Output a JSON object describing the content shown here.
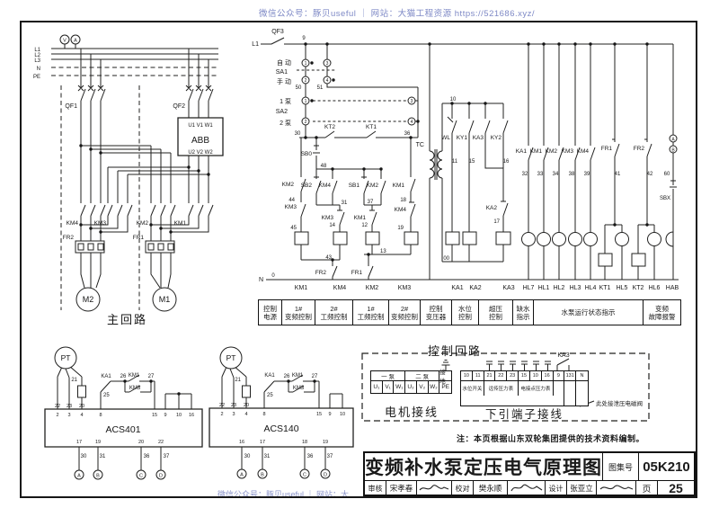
{
  "watermark": {
    "top": "微信公众号：豚贝useful ｜ 网站：大猫工程资源 https://521686.xyz/",
    "bottom": "微信公众号：豚贝useful ｜ 网站：大"
  },
  "main_circuit": {
    "label": "主回路"
  },
  "control_box": {
    "title": "控制回路",
    "motor_table": {
      "headers": [
        "一 泵",
        "二 泵",
        "接地"
      ],
      "terminals": [
        "U₁",
        "V₁",
        "W₁",
        "U₂",
        "V₂",
        "W₂",
        "PE"
      ],
      "label": "电机接线"
    },
    "terminal_table": {
      "terminals": [
        "10",
        "11",
        "21",
        "22",
        "23",
        "15",
        "10",
        "16",
        "9",
        "131",
        "N"
      ],
      "groups": [
        "水位开关",
        "远传压力表",
        "电接点压力表"
      ],
      "label": "下引端子接线",
      "callout": "此处接泄压电磁阀"
    }
  },
  "function_table": {
    "cells": [
      {
        "l1": "控制",
        "l2": "电源"
      },
      {
        "l1": "1#",
        "l2": "变频控制"
      },
      {
        "l1": "2#",
        "l2": "工频控制"
      },
      {
        "l1": "1#",
        "l2": "工频控制"
      },
      {
        "l1": "2#",
        "l2": "变频控制"
      },
      {
        "l1": "控制",
        "l2": "变压器"
      },
      {
        "l1": "水位",
        "l2": "控制"
      },
      {
        "l1": "超压",
        "l2": "控制"
      },
      {
        "l1": "缺水",
        "l2": "指示"
      },
      {
        "l1": "水泵运行状态指示",
        "l2": ""
      },
      {
        "l1": "变频",
        "l2": "故障报警"
      }
    ]
  },
  "note": "注：本页根据山东双轮集团提供的技术资料编制。",
  "title_block": {
    "title": "变频补水泵定压电气原理图",
    "atlas_label": "图集号",
    "atlas_no": "05K210",
    "page_label": "页",
    "page_no": "25",
    "reviewer_label": "审核",
    "reviewer_name": "宋孝春",
    "checker_label": "校对",
    "checker_name": "樊永顺",
    "designer_label": "设计",
    "designer_name": "张亚立"
  },
  "schematic": {
    "labels": [
      [
        45,
        57,
        "L1",
        6,
        "e"
      ],
      [
        45,
        63,
        "L2",
        6,
        "e"
      ],
      [
        45,
        69,
        "L3",
        6,
        "e"
      ],
      [
        45,
        78,
        "N",
        6,
        "e"
      ],
      [
        45,
        87,
        "PE",
        6,
        "e"
      ],
      [
        72,
        46.5,
        "V",
        5.5
      ],
      [
        84,
        46.5,
        "A",
        5.5
      ],
      [
        86,
        120,
        "QF1",
        7,
        "e"
      ],
      [
        206,
        120,
        "QF2",
        7,
        "e"
      ],
      [
        223,
        141,
        "U1 V1 W1",
        6
      ],
      [
        223,
        159,
        "ABB",
        10
      ],
      [
        223,
        171,
        "U2 V2 W2",
        6
      ],
      [
        87,
        250,
        "KM4",
        6.5,
        "e"
      ],
      [
        118,
        250,
        "KM3",
        6.5,
        "e"
      ],
      [
        165,
        250,
        "KM2",
        6.5,
        "e"
      ],
      [
        207,
        250,
        "KM1",
        6.5,
        "e"
      ],
      [
        82,
        266,
        "FR2",
        6.5,
        "e"
      ],
      [
        160,
        266,
        "FR1",
        6.5,
        "e"
      ],
      [
        98,
        336,
        "M2",
        9
      ],
      [
        183,
        336,
        "M1",
        9
      ],
      [
        288,
        51,
        "L1",
        7,
        "e"
      ],
      [
        309,
        37,
        "QF3",
        7
      ],
      [
        338,
        44,
        "9",
        6
      ],
      [
        324,
        72,
        "自 动",
        7,
        "e"
      ],
      [
        320,
        82,
        "SA1",
        7,
        "e"
      ],
      [
        324,
        93,
        "手 动",
        7,
        "e"
      ],
      [
        340,
        72,
        "1",
        5
      ],
      [
        364,
        72,
        "3",
        5
      ],
      [
        340,
        91,
        "2",
        5
      ],
      [
        364,
        91,
        "4",
        5
      ],
      [
        332,
        99,
        "50",
        6
      ],
      [
        356,
        99,
        "51",
        6
      ],
      [
        324,
        115,
        "1 泵",
        7,
        "e"
      ],
      [
        320,
        126,
        "SA2",
        7,
        "e"
      ],
      [
        324,
        139,
        "2 泵",
        7,
        "e"
      ],
      [
        340,
        114,
        "1",
        5
      ],
      [
        340,
        137,
        "2",
        5
      ],
      [
        458,
        114,
        "3",
        5
      ],
      [
        458,
        137,
        "4",
        5
      ],
      [
        331,
        150,
        "30",
        6
      ],
      [
        453,
        150,
        "36",
        6
      ],
      [
        367,
        143,
        "KT2",
        6.5
      ],
      [
        413,
        143,
        "KT1",
        6.5
      ],
      [
        327,
        207,
        "KM2",
        6.5,
        "e"
      ],
      [
        328,
        224,
        "44",
        6,
        "e"
      ],
      [
        330,
        232,
        "KM3",
        6.5,
        "e"
      ],
      [
        330,
        255,
        "45",
        6,
        "e"
      ],
      [
        347,
        173,
        "SB0",
        6.5,
        "e"
      ],
      [
        360,
        186,
        "48",
        6
      ],
      [
        347,
        208,
        "SB2",
        6.5,
        "e"
      ],
      [
        368,
        208,
        "KM4",
        6.5,
        "e"
      ],
      [
        383,
        227,
        "31",
        6
      ],
      [
        371,
        244,
        "KM3",
        6.5,
        "e"
      ],
      [
        373,
        252,
        "14",
        6,
        "e"
      ],
      [
        400,
        208,
        "SB1",
        6.5,
        "e"
      ],
      [
        421,
        208,
        "KM2",
        6.5,
        "e"
      ],
      [
        412,
        226,
        "37",
        6
      ],
      [
        407,
        244,
        "KM1",
        6.5,
        "e"
      ],
      [
        409,
        252,
        "12",
        6,
        "e"
      ],
      [
        450,
        208,
        "KM1",
        6.5,
        "e"
      ],
      [
        452,
        224,
        "18",
        6,
        "e"
      ],
      [
        452,
        235,
        "KM4",
        6.5,
        "e"
      ],
      [
        449,
        255,
        "19",
        6,
        "e"
      ],
      [
        369,
        288,
        "43",
        6,
        "e"
      ],
      [
        423,
        281,
        "13",
        6,
        "s"
      ],
      [
        363,
        305,
        "FR2",
        6.5,
        "e"
      ],
      [
        403,
        305,
        "FR1",
        6.5,
        "e"
      ],
      [
        293,
        313,
        "N",
        7,
        "e"
      ],
      [
        304,
        308,
        "0",
        6
      ],
      [
        335,
        322,
        "KM1",
        7
      ],
      [
        378,
        322,
        "KM4",
        7
      ],
      [
        414,
        322,
        "KM2",
        7
      ],
      [
        450,
        322,
        "KM3",
        7
      ],
      [
        472,
        163,
        "TC",
        7,
        "e"
      ],
      [
        504,
        112,
        "10",
        6
      ],
      [
        500,
        289,
        "00",
        6,
        "e"
      ],
      [
        501,
        155,
        "WL",
        6.5,
        "e"
      ],
      [
        520,
        155,
        "KY1",
        6.5,
        "e"
      ],
      [
        538,
        155,
        "KA3",
        6.5,
        "e"
      ],
      [
        558,
        155,
        "KY2",
        6.5,
        "e"
      ],
      [
        506,
        181,
        "11",
        6
      ],
      [
        525,
        181,
        "15",
        6
      ],
      [
        563,
        181,
        "16",
        6
      ],
      [
        553,
        233,
        "KA2",
        6.5,
        "e"
      ],
      [
        556,
        248,
        "17",
        6,
        "e"
      ],
      [
        586,
        170,
        "KA1",
        6.5,
        "e"
      ],
      [
        603,
        170,
        "KM1",
        6.5,
        "e"
      ],
      [
        620,
        170,
        "KM2",
        6.5,
        "e"
      ],
      [
        638,
        170,
        "KM3",
        6.5,
        "e"
      ],
      [
        655,
        170,
        "KM4",
        6.5,
        "e"
      ],
      [
        584,
        195,
        "32",
        6
      ],
      [
        601,
        195,
        "33",
        6
      ],
      [
        618,
        195,
        "34",
        6
      ],
      [
        636,
        195,
        "38",
        6
      ],
      [
        653,
        195,
        "39",
        6
      ],
      [
        687,
        195,
        "41",
        6
      ],
      [
        723,
        195,
        "42",
        6
      ],
      [
        742,
        195,
        "60",
        6
      ],
      [
        681,
        167,
        "FR1",
        6.5,
        "e"
      ],
      [
        717,
        167,
        "FR2",
        6.5,
        "e"
      ],
      [
        746,
        222,
        "SBX",
        6,
        "e"
      ],
      [
        749,
        156.5,
        "A",
        5
      ],
      [
        749,
        168.5,
        "B",
        5
      ],
      [
        509,
        322,
        "KA1",
        7
      ],
      [
        529,
        322,
        "KA2",
        7
      ],
      [
        566,
        322,
        "KA3",
        7
      ],
      [
        588,
        322,
        "HL7",
        7
      ],
      [
        605,
        322,
        "HL1",
        7
      ],
      [
        622,
        322,
        "HL2",
        7
      ],
      [
        640,
        322,
        "HL3",
        7
      ],
      [
        657,
        322,
        "HL4",
        7
      ],
      [
        673,
        322,
        "KT1",
        7
      ],
      [
        692,
        322,
        "HL5",
        7
      ],
      [
        710,
        322,
        "KT2",
        7
      ],
      [
        728,
        322,
        "HL6",
        7
      ],
      [
        748,
        322,
        "HAB",
        7
      ],
      [
        627,
        397,
        "KA3",
        7
      ],
      [
        73,
        401,
        "PT",
        8.5
      ],
      [
        86,
        424,
        "21",
        6,
        "e"
      ],
      [
        64,
        453,
        "22",
        5.5
      ],
      [
        77,
        453,
        "23",
        5.5
      ],
      [
        91,
        453,
        "20",
        5.5
      ],
      [
        64,
        463,
        "2",
        5.5
      ],
      [
        77,
        463,
        "3",
        5.5
      ],
      [
        91,
        463,
        "4",
        5.5
      ],
      [
        112,
        463,
        "8",
        5.5
      ],
      [
        172,
        463,
        "15",
        5.5
      ],
      [
        184,
        463,
        "9",
        5.5
      ],
      [
        199,
        463,
        "10",
        5.5
      ],
      [
        213,
        463,
        "16",
        5.5
      ],
      [
        118,
        420,
        "KA1",
        6
      ],
      [
        115,
        441,
        "25",
        6,
        "s"
      ],
      [
        137,
        420,
        "26",
        6
      ],
      [
        149,
        419,
        "KM1",
        6
      ],
      [
        168,
        420,
        "27",
        6
      ],
      [
        150,
        433,
        "KM3",
        6
      ],
      [
        137,
        481,
        "ACS401",
        10.5
      ],
      [
        88,
        493,
        "17",
        5.5
      ],
      [
        109,
        493,
        "19",
        5.5
      ],
      [
        157,
        493,
        "20",
        5.5
      ],
      [
        179,
        493,
        "22",
        5.5
      ],
      [
        93,
        509,
        "30",
        6
      ],
      [
        114,
        509,
        "31",
        6
      ],
      [
        163,
        509,
        "36",
        6
      ],
      [
        185,
        509,
        "37",
        6
      ],
      [
        88,
        530.5,
        "A",
        5.5
      ],
      [
        109,
        530.5,
        "B",
        5.5
      ],
      [
        157,
        530.5,
        "C",
        5.5
      ],
      [
        179,
        530.5,
        "D",
        5.5
      ],
      [
        257,
        401,
        "PT",
        8.5
      ],
      [
        268,
        424,
        "21",
        6,
        "e"
      ],
      [
        247,
        452,
        "22",
        5.5
      ],
      [
        260,
        452,
        "23",
        5.5
      ],
      [
        274,
        452,
        "20",
        5.5
      ],
      [
        247,
        462,
        "2",
        5.5
      ],
      [
        260,
        462,
        "3",
        5.5
      ],
      [
        274,
        462,
        "4",
        5.5
      ],
      [
        294,
        462,
        "8",
        5.5
      ],
      [
        355,
        462,
        "15",
        5.5
      ],
      [
        367,
        462,
        "9",
        5.5
      ],
      [
        381,
        462,
        "10",
        5.5
      ],
      [
        300,
        419,
        "KA1",
        6
      ],
      [
        297,
        441,
        "25",
        6,
        "s"
      ],
      [
        319,
        420,
        "26",
        6
      ],
      [
        331,
        419,
        "KM1",
        6
      ],
      [
        350,
        420,
        "27",
        6
      ],
      [
        332,
        433,
        "KM3",
        6
      ],
      [
        313,
        480,
        "ACS140",
        10.5
      ],
      [
        269,
        493,
        "16",
        5.5
      ],
      [
        292,
        493,
        "17",
        5.5
      ],
      [
        339,
        493,
        "18",
        5.5
      ],
      [
        362,
        493,
        "19",
        5.5
      ],
      [
        275,
        509,
        "30",
        6
      ],
      [
        297,
        509,
        "31",
        6
      ],
      [
        345,
        509,
        "36",
        6
      ],
      [
        367,
        509,
        "37",
        6
      ],
      [
        269,
        529.5,
        "A",
        5.5
      ],
      [
        292,
        529.5,
        "B",
        5.5
      ],
      [
        339,
        529.5,
        "C",
        5.5
      ],
      [
        362,
        529.5,
        "D",
        5.5
      ]
    ]
  }
}
